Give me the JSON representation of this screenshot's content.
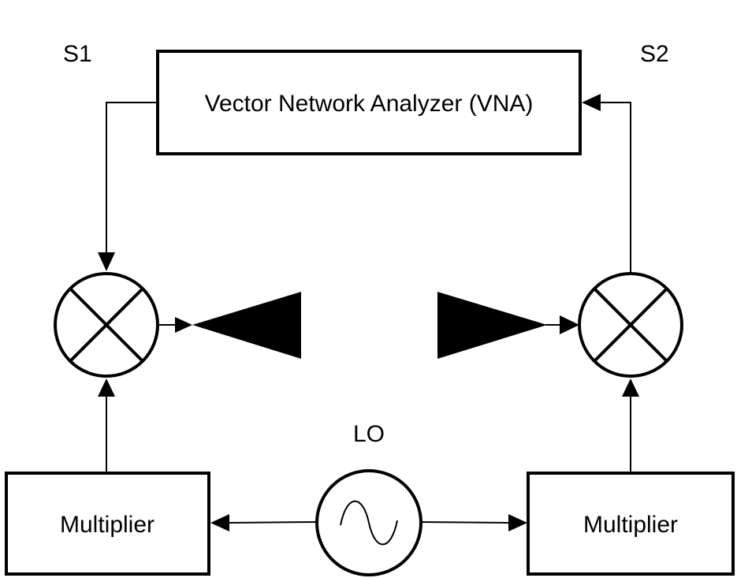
{
  "labels": {
    "s1": "S1",
    "s2": "S2",
    "vna": "Vector Network Analyzer (VNA)",
    "lo": "LO",
    "multiplier_left": "Multiplier",
    "multiplier_right": "Multiplier"
  },
  "colors": {
    "stroke": "#000000",
    "fill": "#000000",
    "background": "#ffffff"
  },
  "icons": {
    "mixer": "circle-with-x",
    "oscillator": "sine-wave-circle",
    "antenna": "horn-triangle"
  }
}
